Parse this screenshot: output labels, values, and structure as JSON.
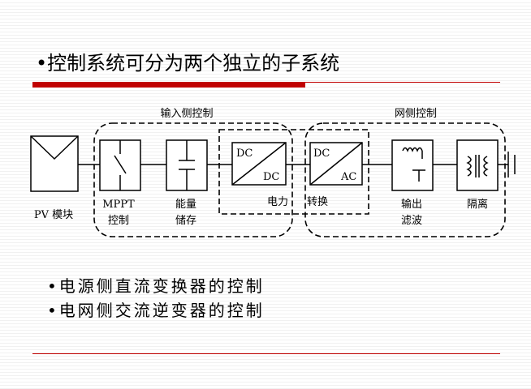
{
  "title": "•控制系统可分为两个独立的子系统",
  "diagram": {
    "group_left": "输入侧控制",
    "group_right": "网侧控制",
    "pv": "PV 模块",
    "mppt_1": "MPPT",
    "mppt_2": "控制",
    "storage_1": "能量",
    "storage_2": "储存",
    "dcdc_top": "DC",
    "dcdc_bottom": "DC",
    "dcac_top": "DC",
    "dcac_bottom": "AC",
    "power": "电力",
    "conversion": "转换",
    "filter_1": "输出",
    "filter_2": "滤波",
    "isolation": "隔离"
  },
  "bullets": [
    "•电源侧直流变换器的控制",
    "•电网侧交流逆变器的控制"
  ]
}
